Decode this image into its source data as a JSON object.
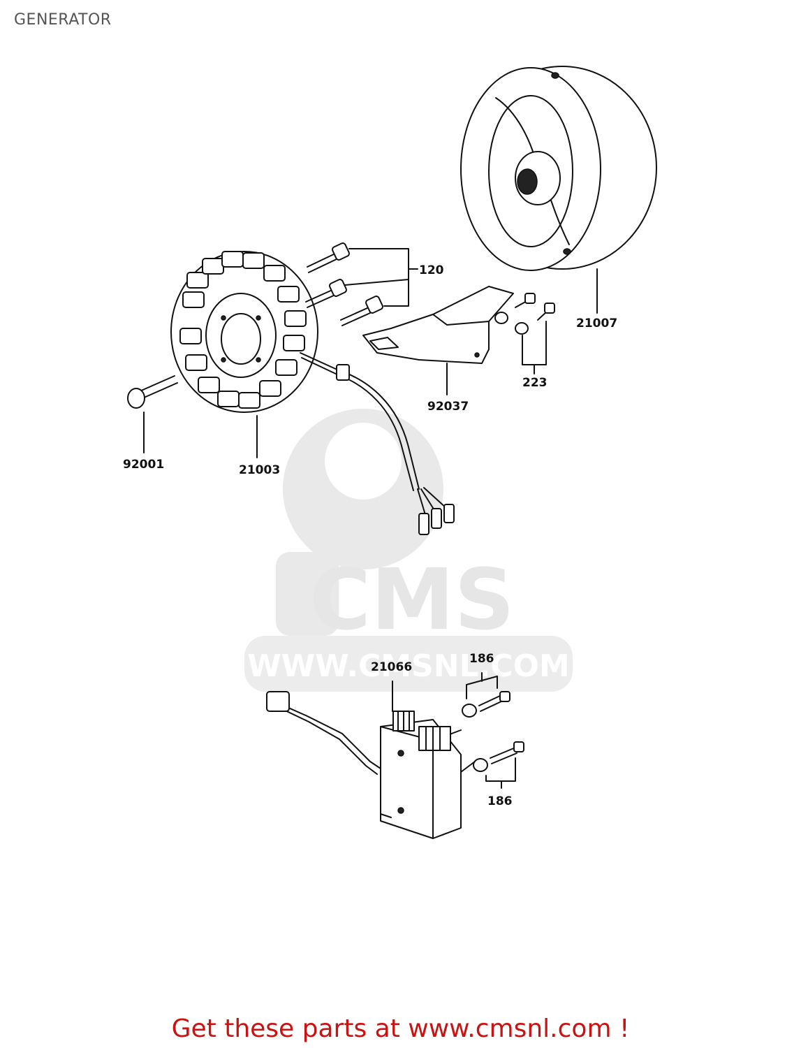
{
  "page": {
    "title": "GENERATOR"
  },
  "watermark": {
    "brand": "CMS",
    "url": "WWW.CMSNL.COM"
  },
  "parts": [
    {
      "id": "120"
    },
    {
      "id": "21007"
    },
    {
      "id": "223"
    },
    {
      "id": "92037"
    },
    {
      "id": "92001"
    },
    {
      "id": "21003"
    },
    {
      "id": "21066"
    },
    {
      "id": "186"
    },
    {
      "id": "186"
    }
  ],
  "footer": {
    "promo_text": "Get these parts at www.cmsnl.com !"
  },
  "colors": {
    "promo": "#cc1111",
    "title": "#555555",
    "watermark": "#d8d8d8"
  }
}
